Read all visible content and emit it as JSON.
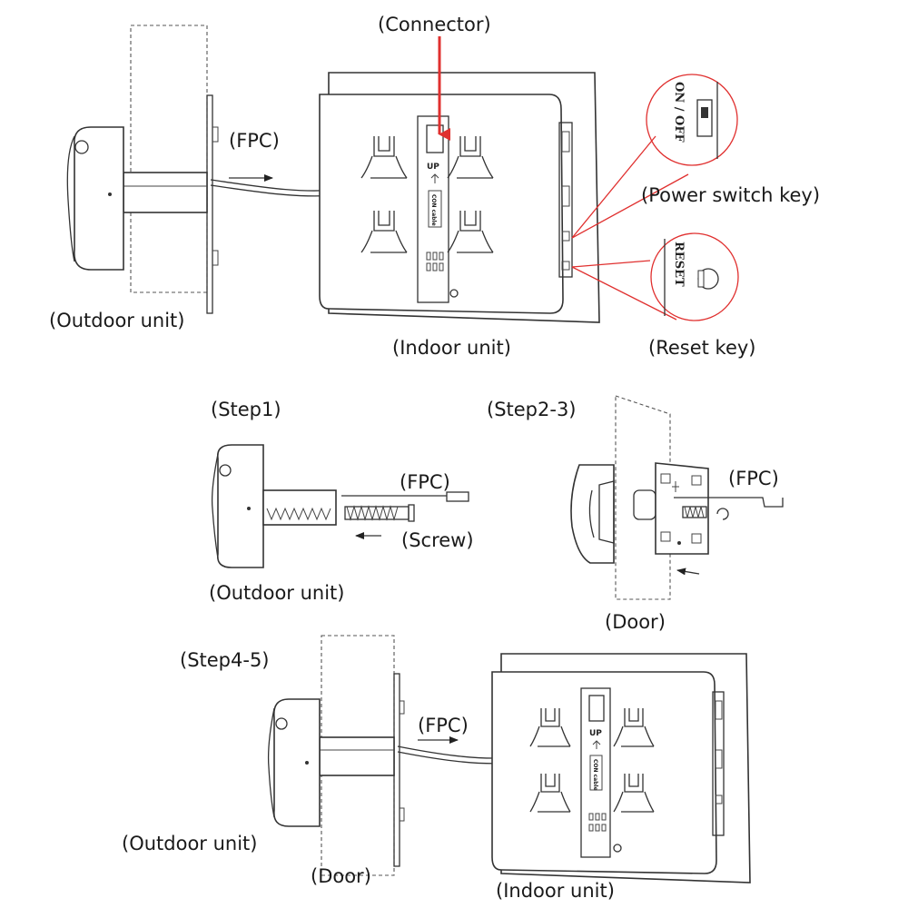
{
  "labels": {
    "connector": "(Connector)",
    "fpc_top": "(FPC)",
    "outdoor_top": "(Outdoor unit)",
    "indoor_top": "(Indoor unit)",
    "power_switch": "(Power switch key)",
    "reset_key": "(Reset key)",
    "step1": "(Step1)",
    "fpc_step1": "(FPC)",
    "screw": "(Screw)",
    "outdoor_step1": "(Outdoor unit)",
    "step23": "(Step2-3)",
    "fpc_step23": "(FPC)",
    "door_step23": "(Door)",
    "step45": "(Step4-5)",
    "fpc_step45": "(FPC)",
    "outdoor_step45": "(Outdoor unit)",
    "door_step45": "(Door)",
    "indoor_step45": "(Indoor unit)"
  },
  "device_markings": {
    "up": "UP",
    "con_cable": "CON cable",
    "on_off": "ON / OFF",
    "reset": "RESET"
  },
  "colors": {
    "line": "#333333",
    "highlight": "#e0302f"
  }
}
